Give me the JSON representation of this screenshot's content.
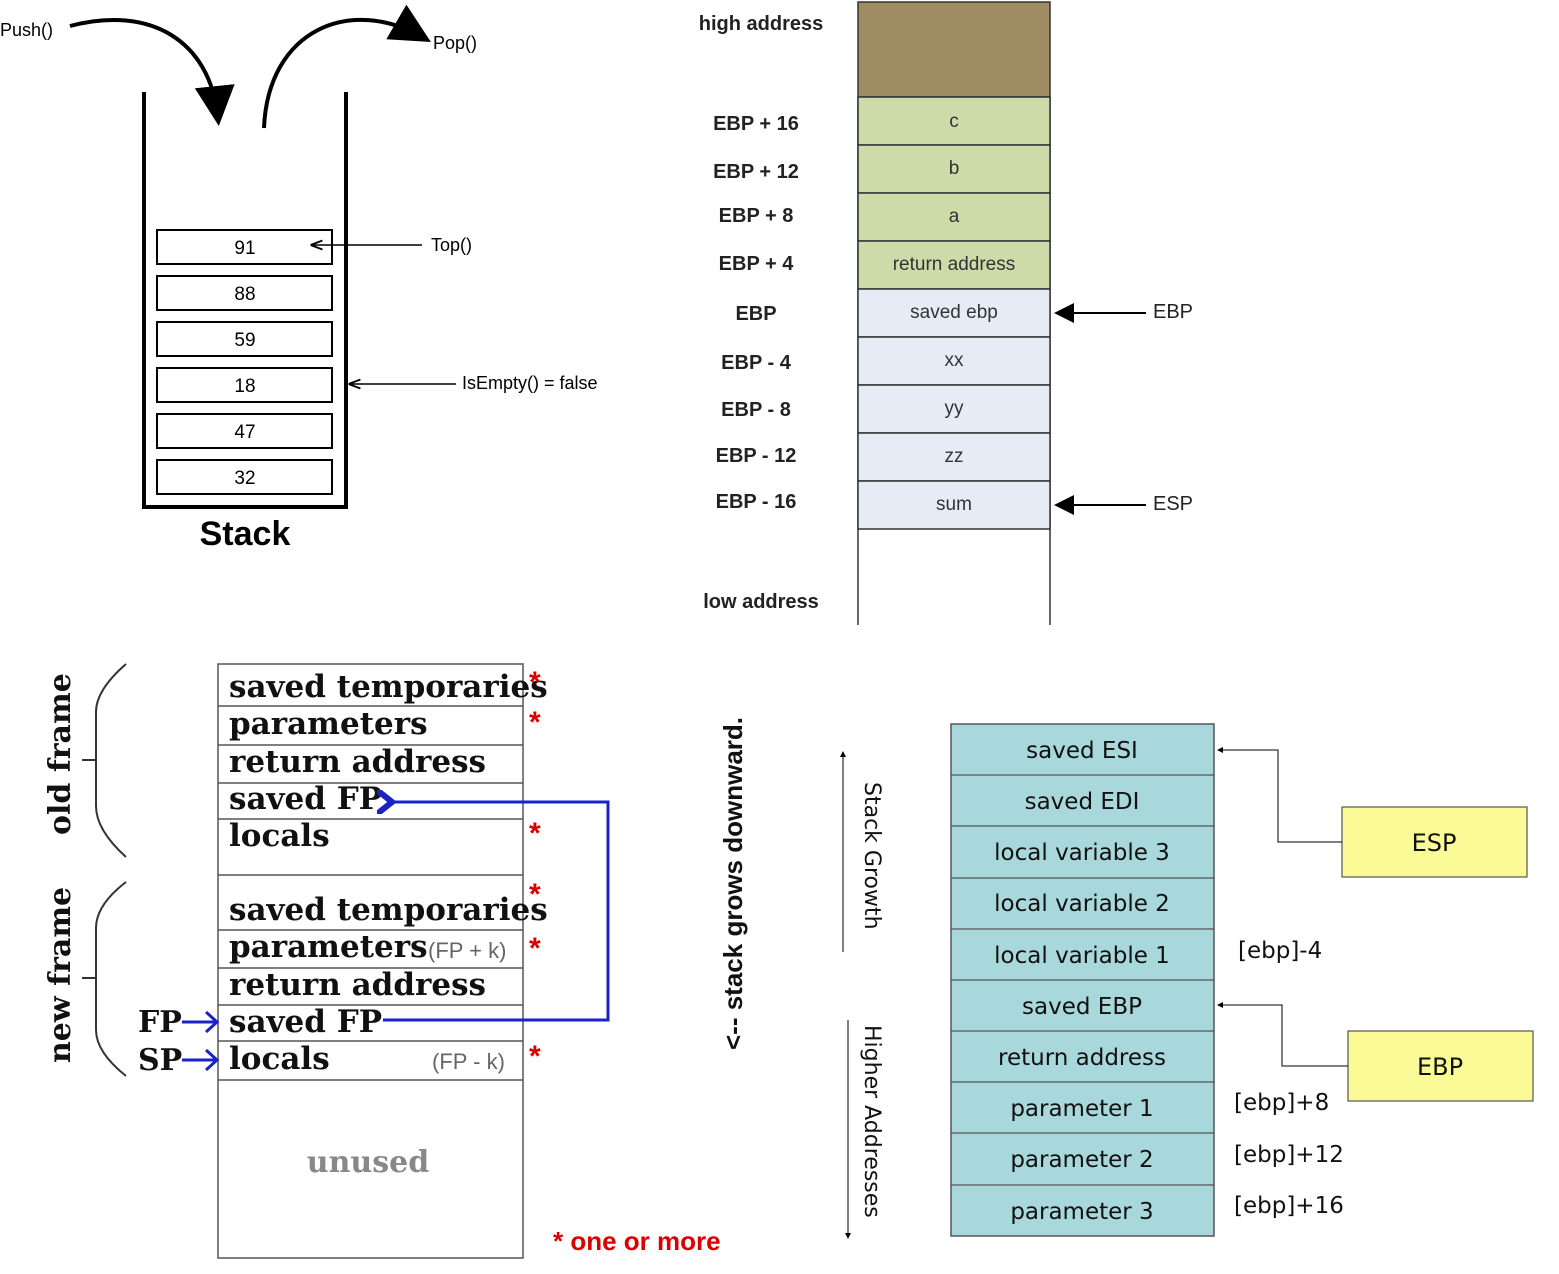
{
  "stack_diagram": {
    "push_label": "Push()",
    "pop_label": "Pop()",
    "top_label": "Top()",
    "isempty_label": "IsEmpty() = false",
    "title": "Stack",
    "items": [
      "91",
      "88",
      "59",
      "18",
      "47",
      "32"
    ]
  },
  "frame_layout": {
    "high_address": "high address",
    "low_address": "low address",
    "rows": [
      {
        "offset": "EBP + 16",
        "cell": "c"
      },
      {
        "offset": "EBP + 12",
        "cell": "b"
      },
      {
        "offset": "EBP + 8",
        "cell": "a"
      },
      {
        "offset": "EBP + 4",
        "cell": "return address"
      },
      {
        "offset": "EBP",
        "cell": "saved ebp"
      },
      {
        "offset": "EBP - 4",
        "cell": "xx"
      },
      {
        "offset": "EBP - 8",
        "cell": "yy"
      },
      {
        "offset": "EBP - 12",
        "cell": "zz"
      },
      {
        "offset": "EBP - 16",
        "cell": "sum"
      }
    ],
    "ebp_pointer": "EBP",
    "esp_pointer": "ESP",
    "colors": {
      "top_block": "#a08c62",
      "param_cells": "#cddba8",
      "local_cells": "#e6ecf6"
    }
  },
  "frames": {
    "old_frame_label": "old frame",
    "new_frame_label": "new frame",
    "old_rows": [
      "saved temporaries",
      "parameters",
      "return address",
      "saved FP",
      "locals"
    ],
    "new_rows": [
      "saved temporaries",
      "parameters",
      "return address",
      "saved FP",
      "locals"
    ],
    "fp_plus_k": "(FP + k)",
    "fp_minus_k": "(FP - k)",
    "fp_label": "FP",
    "sp_label": "SP",
    "unused": "unused",
    "star": "*",
    "note": "* one or more",
    "grows": "<-- stack grows downward.",
    "colors": {
      "arrow": "#1a22c8",
      "star": "#dd0000"
    }
  },
  "esp_ebp_diagram": {
    "cells": [
      "saved ESI",
      "saved EDI",
      "local variable 3",
      "local variable 2",
      "local variable 1",
      "saved EBP",
      "return address",
      "parameter 1",
      "parameter 2",
      "parameter 3"
    ],
    "offset_local1": "[ebp]-4",
    "offset_param1": "[ebp]+8",
    "offset_param2": "[ebp]+12",
    "offset_param3": "[ebp]+16",
    "stack_growth": "Stack Growth",
    "higher_addresses": "Higher Addresses",
    "esp": "ESP",
    "ebp": "EBP",
    "colors": {
      "cell": "#a8d8dc",
      "register_box": "#fafa96"
    }
  }
}
